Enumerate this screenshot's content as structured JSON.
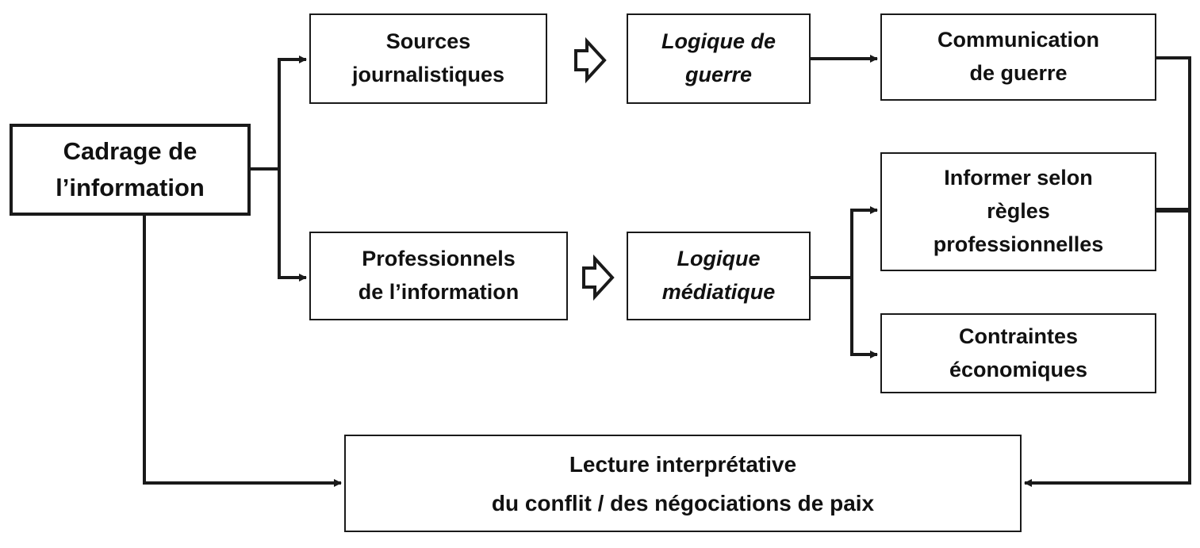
{
  "diagram": {
    "nodes": {
      "cadrage": {
        "lines": [
          "Cadrage de",
          "l’information"
        ]
      },
      "sources": {
        "lines": [
          "Sources",
          "journalistiques"
        ]
      },
      "logique_guerre": {
        "lines": [
          "Logique de",
          "guerre"
        ]
      },
      "communication": {
        "lines": [
          "Communication",
          "de guerre"
        ]
      },
      "professionnels": {
        "lines": [
          "Professionnels",
          "de l’information"
        ]
      },
      "logique_mediatique": {
        "lines": [
          "Logique",
          "médiatique"
        ]
      },
      "informer": {
        "lines": [
          "Informer selon",
          "règles",
          "professionnelles"
        ]
      },
      "contraintes": {
        "lines": [
          "Contraintes",
          "économiques"
        ]
      },
      "lecture": {
        "lines": [
          "Lecture interprétative",
          "du conflit / des négociations de paix"
        ]
      }
    },
    "edges": [
      {
        "from": "cadrage",
        "to": "sources",
        "kind": "line-arrow"
      },
      {
        "from": "cadrage",
        "to": "professionnels",
        "kind": "line-arrow"
      },
      {
        "from": "sources",
        "to": "logique_guerre",
        "kind": "block-arrow"
      },
      {
        "from": "professionnels",
        "to": "logique_mediatique",
        "kind": "block-arrow"
      },
      {
        "from": "logique_guerre",
        "to": "communication",
        "kind": "line-arrow"
      },
      {
        "from": "logique_mediatique",
        "to": "informer",
        "kind": "line-arrow"
      },
      {
        "from": "logique_mediatique",
        "to": "contraintes",
        "kind": "line-arrow"
      },
      {
        "from": "communication",
        "to": "lecture",
        "kind": "line-arrow"
      },
      {
        "from": "informer",
        "to": "lecture",
        "kind": "line-arrow"
      },
      {
        "from": "cadrage",
        "to": "lecture",
        "kind": "line-arrow"
      }
    ],
    "colors": {
      "stroke": "#1a1a1a",
      "text": "#111111",
      "background": "#ffffff"
    }
  }
}
